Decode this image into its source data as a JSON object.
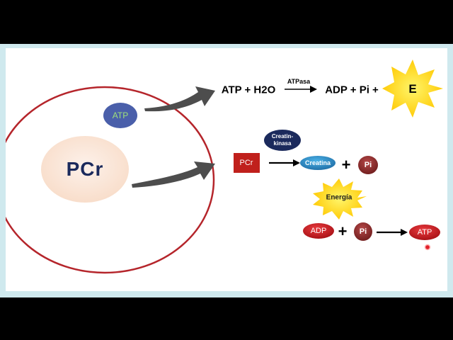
{
  "colors": {
    "letterbox": "#000000",
    "frame": "#cfe9ee",
    "slide_background": "#ffffff",
    "cell_outline": "#b5252b",
    "pcr_circle": "#fbe4d5",
    "atp_badge": "#4a5faa",
    "atp_badge_text": "#9fe07a",
    "curved_arrow": "#4d4d4d",
    "energy_star": "#ffd400",
    "pcr_box": "#c0201c",
    "creatin_kinasa": "#1b2a5c",
    "creatina": "#2f8fc8",
    "pi": "#8a2a2a",
    "red_pill": "#c8161d",
    "cursor_ring": "#e0202a"
  },
  "cell": {
    "atp_label": "ATP",
    "pcr_label": "PCr"
  },
  "reaction_atpase": {
    "reactants": "ATP + H2O",
    "enzyme": "ATPasa",
    "products": "ADP + Pi +",
    "energy": "E"
  },
  "reaction_creatine": {
    "pcr_label": "PCr",
    "enzyme_line1": "Creatin-",
    "enzyme_line2": "kinasa",
    "creatina_label": "Creatina",
    "plus": "+",
    "pi_label": "Pi",
    "energy_label": "Energía"
  },
  "reaction_resynthesis": {
    "adp_label": "ADP",
    "plus": "+",
    "pi_label": "Pi",
    "atp_label": "ATP"
  },
  "icons": [
    "curved-arrow-icon",
    "straight-arrow-icon",
    "star-burst-icon",
    "cursor-ring-icon"
  ]
}
